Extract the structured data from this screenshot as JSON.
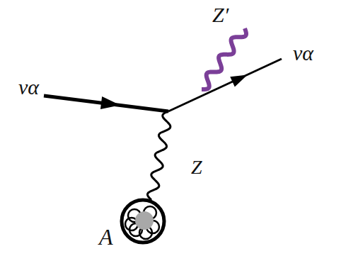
{
  "diagram": {
    "labels": [
      "να",
      "να",
      "Z′",
      "Z",
      "A"
    ]
  }
}
